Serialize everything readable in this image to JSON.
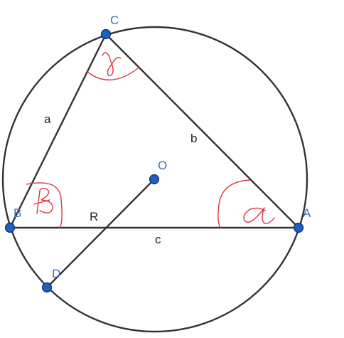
{
  "points": {
    "A": "A",
    "B": "B",
    "C": "C",
    "D": "D",
    "O": "O"
  },
  "segments": {
    "a": "a",
    "b": "b",
    "c": "c",
    "R": "R"
  },
  "colors": {
    "point_fill": "#1f5fbf",
    "point_label": "#3d6fb4",
    "line": "#333333",
    "angle_mark": "#e0343f"
  },
  "angle_symbols": [
    "alpha",
    "beta",
    "gamma"
  ]
}
